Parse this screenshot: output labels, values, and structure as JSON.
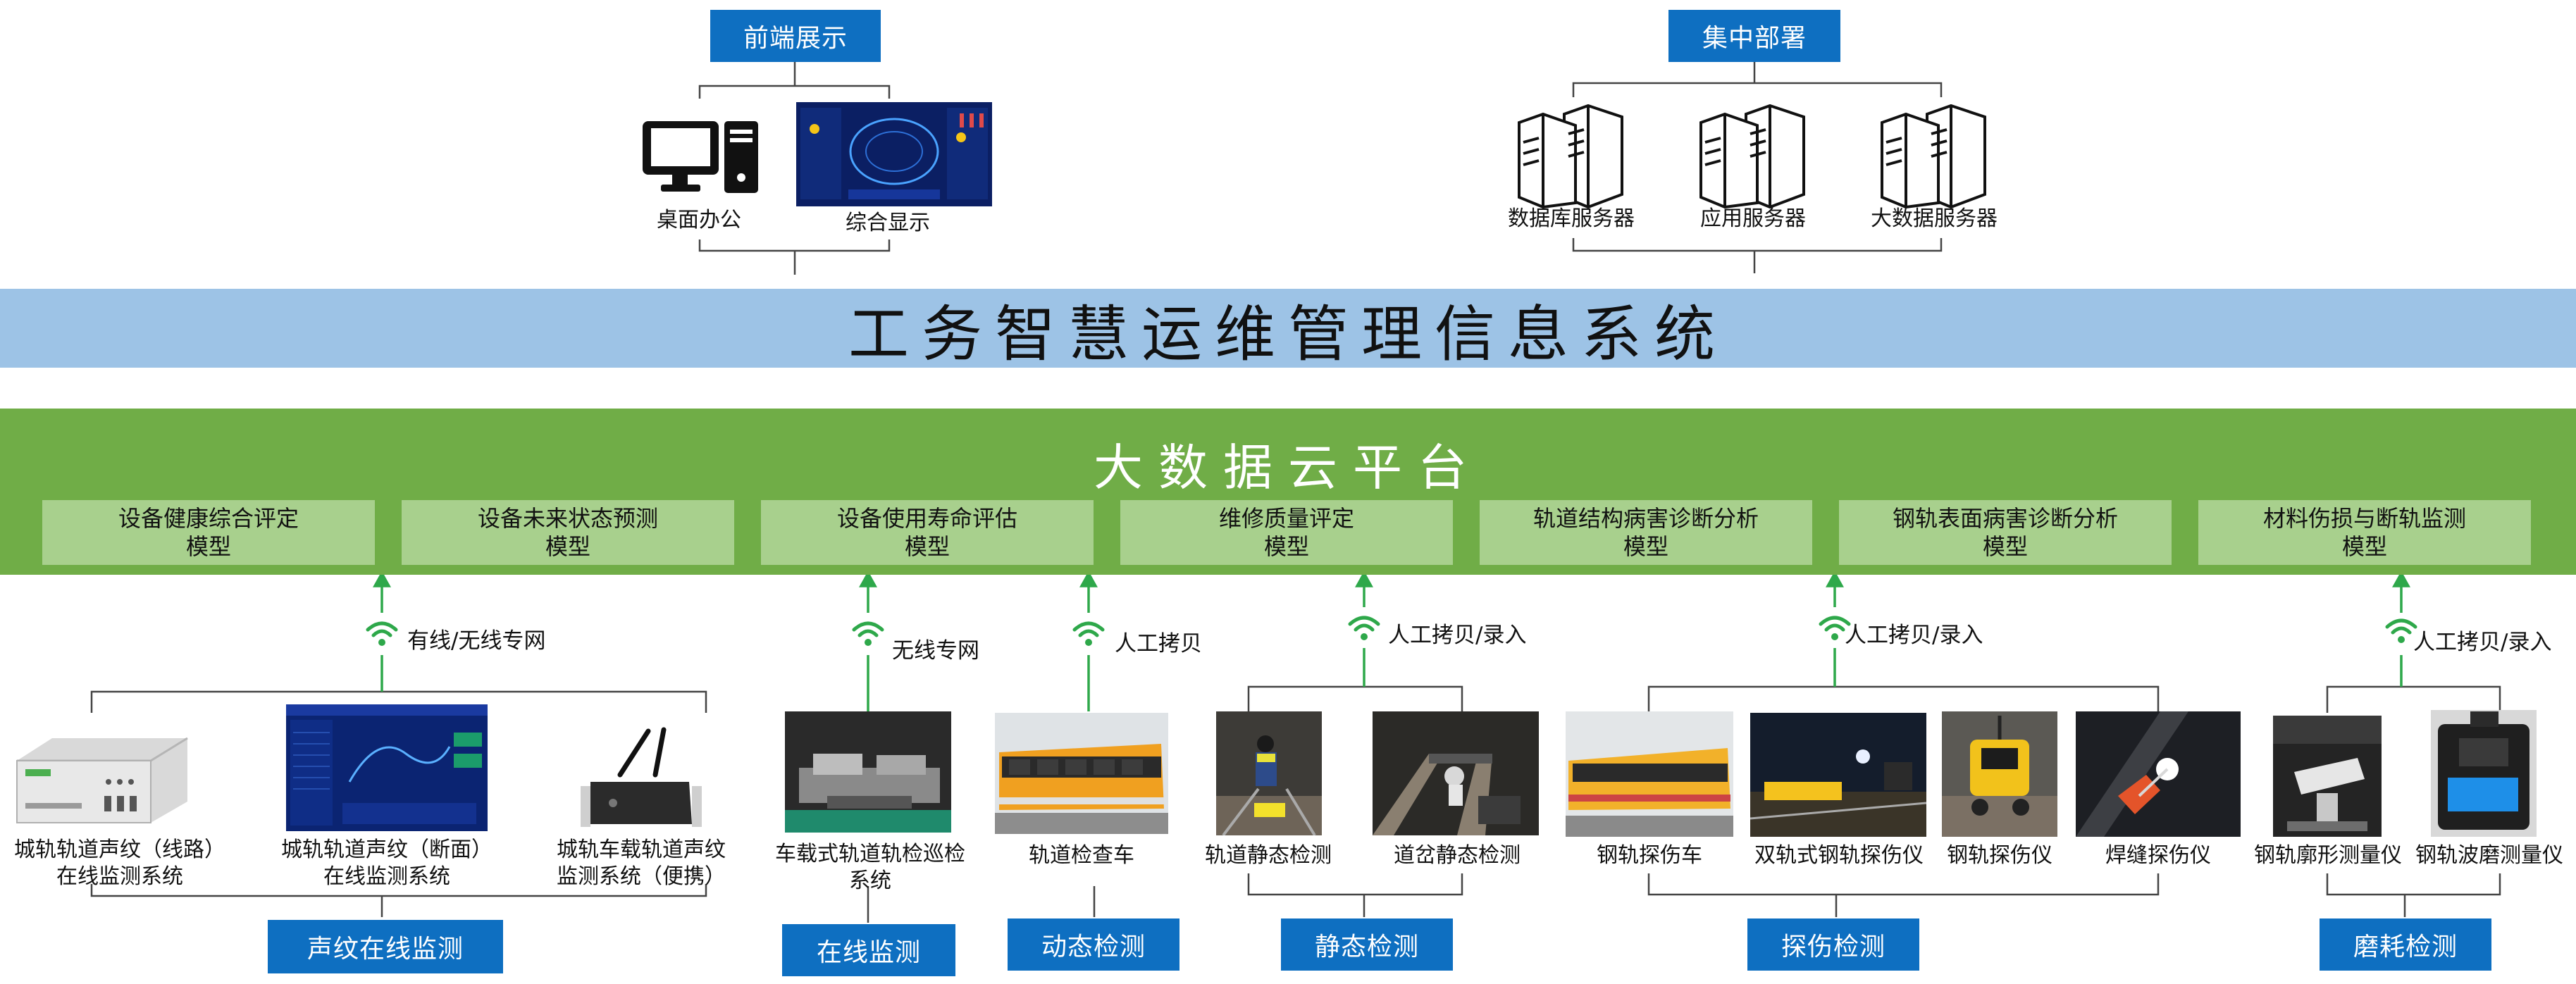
{
  "top": {
    "frontend_title": "前端展示",
    "desktop_label": "桌面办公",
    "display_label": "综合显示",
    "deploy_title": "集中部署",
    "servers": [
      "数据库服务器",
      "应用服务器",
      "大数据服务器"
    ]
  },
  "system_bar": {
    "title": "工务智慧运维管理信息系统"
  },
  "platform": {
    "title": "大数据云平台",
    "models": [
      [
        "设备健康综合评定",
        "模型"
      ],
      [
        "设备未来状态预测",
        "模型"
      ],
      [
        "设备使用寿命评估",
        "模型"
      ],
      [
        "维修质量评定",
        "模型"
      ],
      [
        "轨道结构病害诊断分析",
        "模型"
      ],
      [
        "钢轨表面病害诊断分析",
        "模型"
      ],
      [
        "材料伤损与断轨监测",
        "模型"
      ]
    ]
  },
  "connections": {
    "c1": "有线/无线专网",
    "c2": "无线专网",
    "c3": "人工拷贝",
    "c4": "人工拷贝/录入",
    "c5": "人工拷贝/录入",
    "c6": "人工拷贝/录入"
  },
  "devices": {
    "d1": [
      "城轨轨道声纹（线路）",
      "在线监测系统"
    ],
    "d2": [
      "城轨轨道声纹（断面）",
      "在线监测系统"
    ],
    "d3": [
      "城轨车载轨道声纹",
      "监测系统（便携）"
    ],
    "d4": [
      "车载式轨道轨检巡检",
      "系统"
    ],
    "d5": "轨道检查车",
    "d6": "轨道静态检测",
    "d7": "道岔静态检测",
    "d8": "钢轨探伤车",
    "d9": "双轨式钢轨探伤仪",
    "d10": "钢轨探伤仪",
    "d11": "焊缝探伤仪",
    "d12": "钢轨廓形测量仪",
    "d13": "钢轨波磨测量仪"
  },
  "categories": [
    "声纹在线监测",
    "在线监测",
    "动态检测",
    "静态检测",
    "探伤检测",
    "磨耗检测"
  ],
  "colors": {
    "blue_box": "#0e6fc1",
    "system_bar": "#9dc3e6",
    "platform_green": "#70ad47",
    "model_green": "#a8d08d",
    "arrow_green": "#2ea84a"
  },
  "icons": [
    "desktop-computer-icon",
    "server-icon",
    "wifi-icon",
    "arrow-up-icon"
  ]
}
